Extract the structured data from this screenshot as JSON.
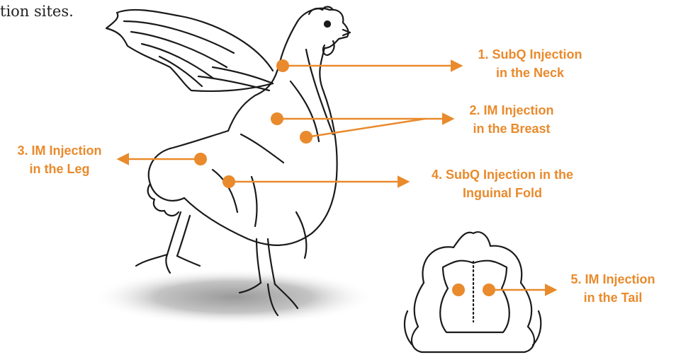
{
  "caption": "tion sites.",
  "colors": {
    "accent": "#e98a2c",
    "outline": "#1a1a1a",
    "shadow": "#a9a9a9"
  },
  "callouts": [
    {
      "number": 1,
      "line1": "1. SubQ Injection",
      "line2": "in the Neck"
    },
    {
      "number": 2,
      "line1": "2. IM Injection",
      "line2": "in the Breast"
    },
    {
      "number": 3,
      "line1": "3. IM Injection",
      "line2": "in the Leg"
    },
    {
      "number": 4,
      "line1": "4. SubQ Injection in the",
      "line2": "Inguinal Fold"
    },
    {
      "number": 5,
      "line1": "5. IM Injection",
      "line2": "in the Tail"
    }
  ]
}
